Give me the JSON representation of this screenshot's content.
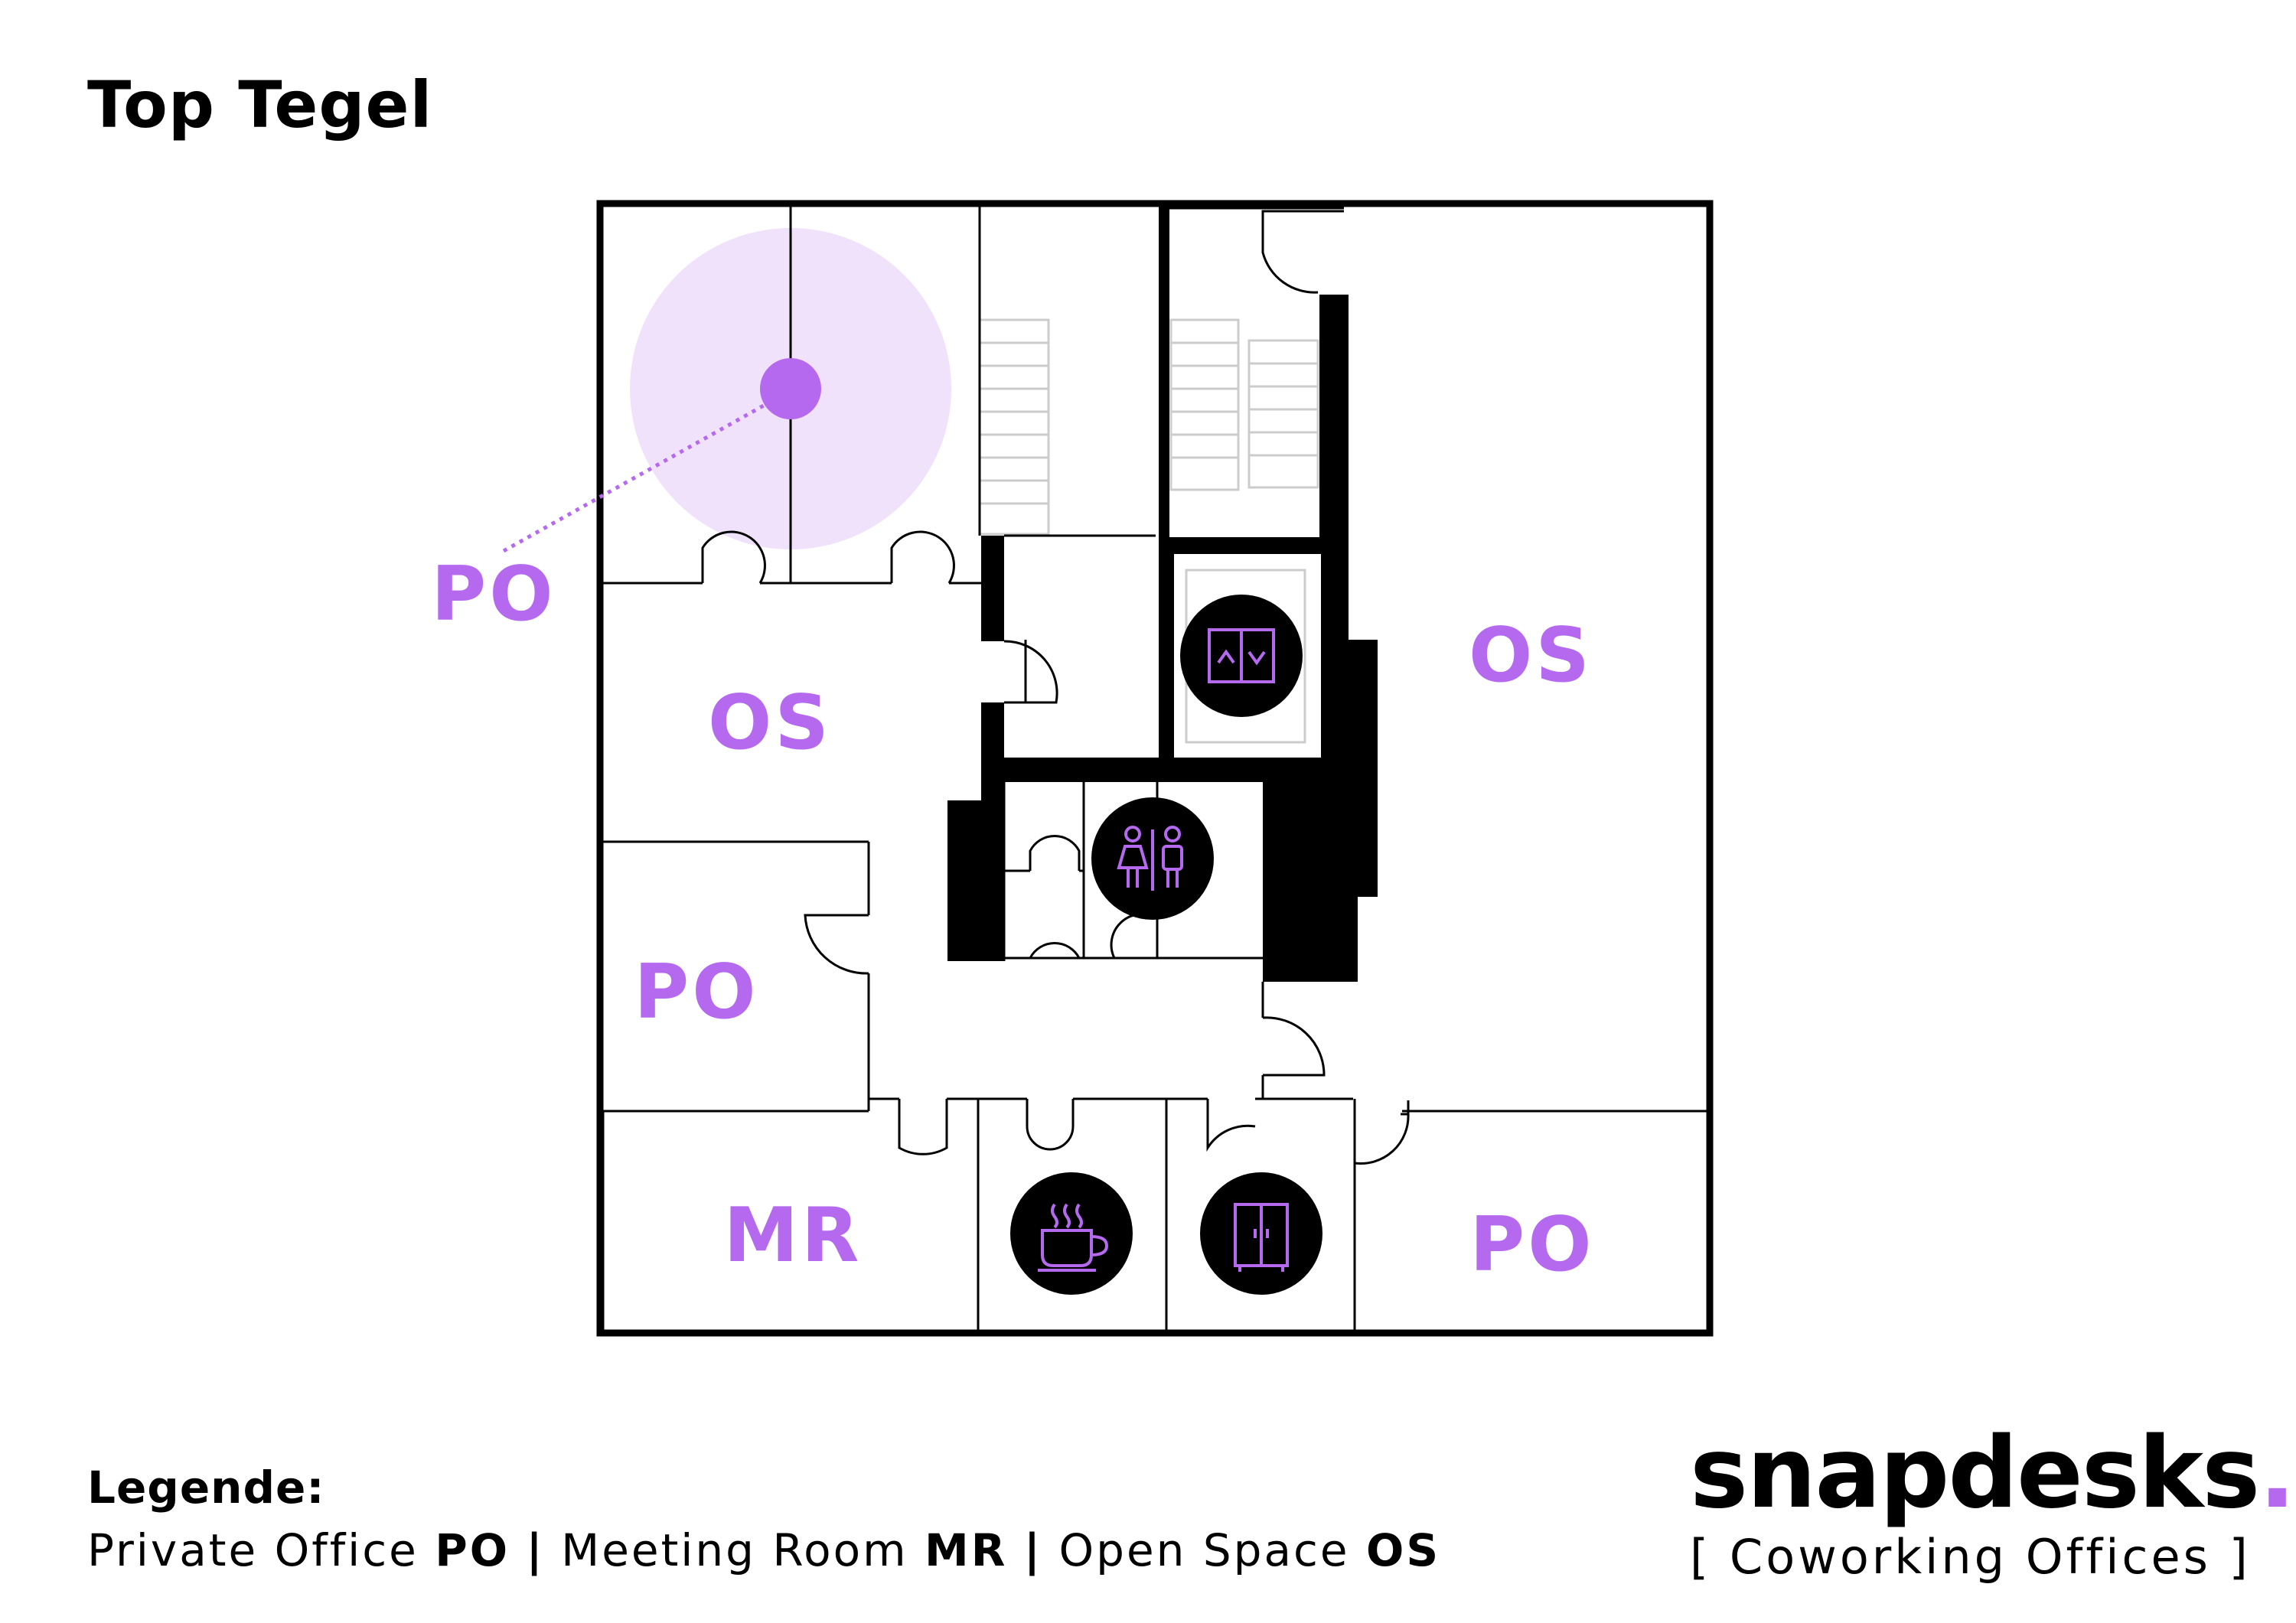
{
  "title": "Top Tegel",
  "colors": {
    "accent": "#b569ef",
    "highlight": "#f1e2fb",
    "wall": "#000000",
    "stairs": "#cccccc"
  },
  "rooms": [
    {
      "id": "po-top-left",
      "label": "PO"
    },
    {
      "id": "os-left",
      "label": "OS"
    },
    {
      "id": "os-right",
      "label": "OS"
    },
    {
      "id": "po-left",
      "label": "PO"
    },
    {
      "id": "mr",
      "label": "MR"
    },
    {
      "id": "po-bottom-right",
      "label": "PO"
    }
  ],
  "icons": [
    "elevator-icon",
    "restroom-icon",
    "coffee-icon",
    "wardrobe-icon"
  ],
  "legend": {
    "title": "Legende:",
    "items": [
      {
        "text": "Private Office",
        "code": "PO"
      },
      {
        "text": "Meeting Room",
        "code": "MR"
      },
      {
        "text": "Open Space",
        "code": "OS"
      }
    ],
    "separator": "|"
  },
  "brand": {
    "name": "snapdesks",
    "dot": ".",
    "subtitle": "[ Coworking Offices ]"
  }
}
